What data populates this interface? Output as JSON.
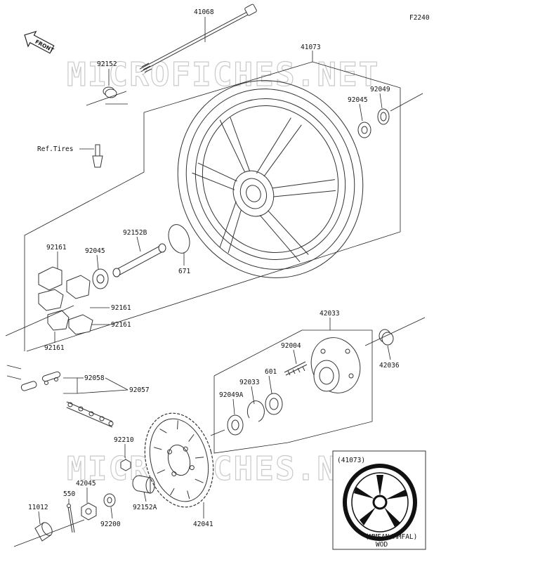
{
  "diagram_code": "F2240",
  "front_label": "FRONT",
  "watermark": "MICROFICHES.NET",
  "inset": {
    "title": "(41073)",
    "caption": "WOD",
    "model": "(MMFAN/MMFAL)"
  },
  "parts": {
    "axle": "41068",
    "wheel": "41073",
    "collar_left": "92152",
    "seal_right": "92049",
    "bearing_right": "92045",
    "valve_ref": "Ref.Tires",
    "damper_top": "92161",
    "bearing_left": "92045",
    "collar_center": "92152B",
    "o_ring": "671",
    "damper_mid": "92161",
    "damper_low": "92161",
    "damper_bottom": "92161",
    "coupling": "42033",
    "stud": "92004",
    "collar_coupling": "42036",
    "circlip": "92033",
    "bearing_coupling": "601",
    "seal_coupling": "92049A",
    "chain_link": "92058",
    "chain": "92057",
    "nut_sprocket": "92210",
    "sprocket": "42041",
    "collar_sprocket": "92152A",
    "nut_axle": "42045",
    "cotter_pin": "550",
    "cap": "11012",
    "washer": "92200"
  }
}
